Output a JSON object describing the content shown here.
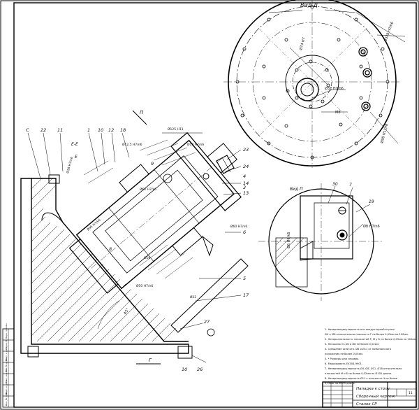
{
  "views": {
    "view_d_label": "Вид Д",
    "view_p_label": "Вид П",
    "arrow_p_label": "П",
    "arrow_g_label": "Г",
    "view_e_label": "Е-Е",
    "view_e_small": "Е"
  },
  "callouts": [
    "С",
    "22",
    "11",
    "1",
    "10",
    "12",
    "18",
    "23",
    "24",
    "14",
    "13",
    "4",
    "3",
    "6",
    "17",
    "27",
    "10",
    "26",
    "5",
    "7",
    "9",
    "8",
    "19",
    "30"
  ],
  "dims": {
    "d_top_1": "Ø12,5 H7/n6",
    "d_top_2": "Ø13 H7/n6",
    "d_top_3": "Ø18 H7/n6",
    "d_phi62": "Ø62 H7/k6",
    "d_phi95": "Ø95 H7/k6",
    "d_phi50": "Ø50 H7/n6",
    "d_phi16": "Ø16",
    "d_phi60": "Ø60 H7/n6",
    "d_phi22": "Ø22",
    "d_angle": "45°",
    "d_top_len": "Ø125 H11",
    "d_right_1": "Ø328 H7/h6",
    "d_right_2": "Ø98 H11/f8",
    "d_center_1": "Ø32 H7/n6",
    "d_center_2": "М8",
    "d_center_3": "Ø74 H7",
    "d_p_1": "Ø8 H7/n6",
    "d_p_2": "Ø6 H7/k6"
  },
  "notes": [
    "1. Неперпендикулярность оси кондукторной втулки",
    "Ø4 ± Ø8 относительно плоскости Г не более 0,03мм на 100мм.",
    "2. Непараллельность плоскостей Р, М у Б не более 0,05мм на 100мм.",
    "3. Несоосность Ø4 и Ø8 не более 0,02мм.",
    "4. Смещение осей отв. Ø8 и Ø11 от номинального",
    "положения не более 0,05мм.",
    "5. * Размеры для справок.",
    "6. Маркировать ЕХ304-9901.",
    "7. Неперпендикулярность Ø4, Ø8, Ø11, Ø18 относительно",
    "плоскостей М и Б не более 0,02мм на Ø100 длине.",
    "8. Неперпендикулярность Ø11 к плоскости Ч не более",
    "0,02мм на Ø100 длине."
  ],
  "title_block": {
    "title": "Наладка к столу",
    "doc_type": "Сборочный чертеж",
    "material": "Станок СР",
    "sheets": "11"
  },
  "margin_labels": [
    "Перв. примен.",
    "Справ. №",
    "Подп. и дата",
    "Инв. № дубл.",
    "Взам. инв. №",
    "Подп. и дата",
    "Инв. № подл."
  ]
}
